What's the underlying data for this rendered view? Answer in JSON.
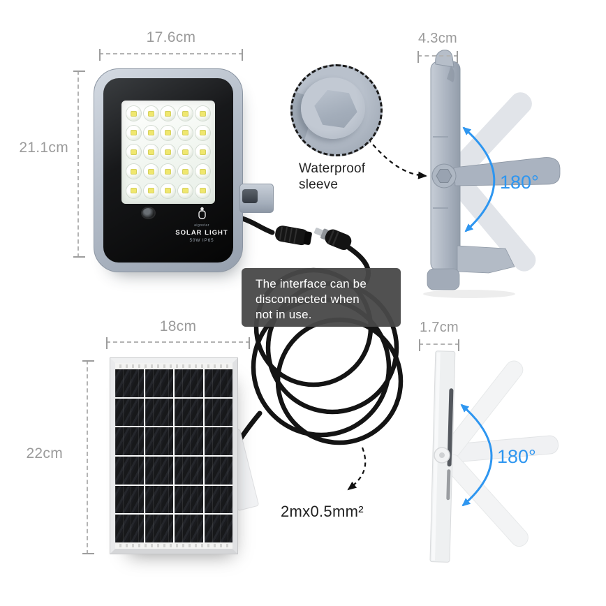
{
  "colors": {
    "accent_blue": "#2e96f0",
    "measure_text": "#9b9b9b",
    "dash_line": "#b3b3b3",
    "tooltip_bg": "#484848",
    "cable_black": "#141414",
    "body_gray": "#aab3c0"
  },
  "icons": {
    "brand_logo": "aigostar-figure-icon",
    "rotation_arrow": "curved-double-arrow",
    "pointer_arrow": "dashed-arrow",
    "magnifier_callout": "dashed-circle-zoom"
  },
  "floodlight": {
    "front": {
      "width": "17.6cm",
      "height": "21.1cm"
    },
    "label": {
      "brand": "aigostar",
      "product": "SOLAR LIGHT",
      "spec": "50W IP65"
    },
    "side": {
      "depth": "4.3cm",
      "rotation": "180°"
    },
    "callout": {
      "line1": "Waterproof",
      "line2": "sleeve"
    }
  },
  "tooltip": {
    "line1": "The interface can be",
    "line2": "disconnected when",
    "line3": "not in use."
  },
  "cable": {
    "spec": "2mx0.5mm²"
  },
  "solar_panel": {
    "front": {
      "width": "18cm",
      "height": "22cm"
    },
    "side": {
      "depth": "1.7cm",
      "rotation": "180°"
    }
  }
}
